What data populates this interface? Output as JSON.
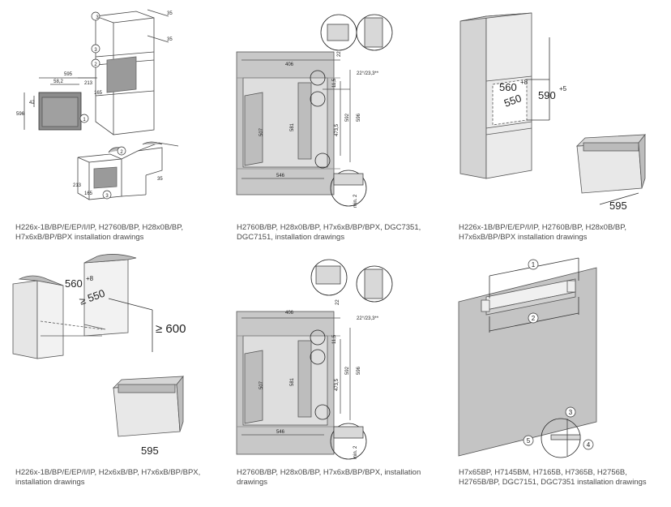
{
  "drawings": [
    {
      "caption_line1": "H226x-1B/BP/E/EP/I/IP, H2760B/BP, H28x0B/BP,",
      "caption_line2": "H7x6xB/BP/BPX installation drawings",
      "labels": {
        "d595": "595",
        "d58": "58,2",
        "d42": "42",
        "d596": "596",
        "d213": "213",
        "d165": "165",
        "d213b": "213",
        "d165b": "165",
        "c1": "1",
        "c2": "2",
        "c3": "3",
        "c3b": "3",
        "c2b": "2",
        "c3c": "3",
        "d35": "35",
        "d35b": "35",
        "d35c": "35"
      }
    },
    {
      "caption_line1": "H2760B/BP, H28x0B/BP, H7x6xB/BP/BPX, DGC7351,",
      "caption_line2": "DGC7151, installation drawings",
      "labels": {
        "d406": "406",
        "d115": "11,5",
        "d507": "507",
        "d581": "581",
        "d4735": "473,5",
        "d592": "592",
        "d596": "596",
        "d546": "546",
        "d22": "22",
        "d2223": "22°/23,3**",
        "dmin": "min. 2"
      }
    },
    {
      "caption_line1": "H226x-1B/BP/E/EP/I/IP, H2760B/BP, H28x0B/BP,",
      "caption_line2": "H7x6xB/BP/BPX installation drawings",
      "labels": {
        "d560": "560",
        "d560s": "+8",
        "d590": "590",
        "d590s": "+5",
        "d550": "550",
        "d595": "595"
      }
    },
    {
      "caption_line1": "H226x-1B/BP/E/EP/I/IP, H2x6xB/BP, H7x6xB/BP/BPX,",
      "caption_line2": "installation drawings",
      "labels": {
        "d560": "560",
        "d560s": "+8",
        "d550": "≥ 550",
        "d600": "≥ 600",
        "d595": "595"
      }
    },
    {
      "caption_line1": "H2760B/BP, H28x0B/BP, H7x6xB/BP/BPX, installation",
      "caption_line2": "drawings",
      "labels": {
        "d406": "406",
        "d115": "11,5",
        "d507": "507",
        "d581": "581",
        "d4735": "473,5",
        "d592": "592",
        "d596": "596",
        "d546": "546",
        "d22": "22",
        "d2223": "22°/23,3**",
        "dmin": "min. 2"
      }
    },
    {
      "caption_line1": "H7x65BP,  H7145BM, H7165B, H7365B, H2756B,",
      "caption_line2": "H2765B/BP, DGC7151, DGC7351  installation drawings",
      "labels": {
        "c1": "1",
        "c2": "2",
        "c3": "3",
        "c4": "4",
        "c5": "5"
      }
    }
  ]
}
